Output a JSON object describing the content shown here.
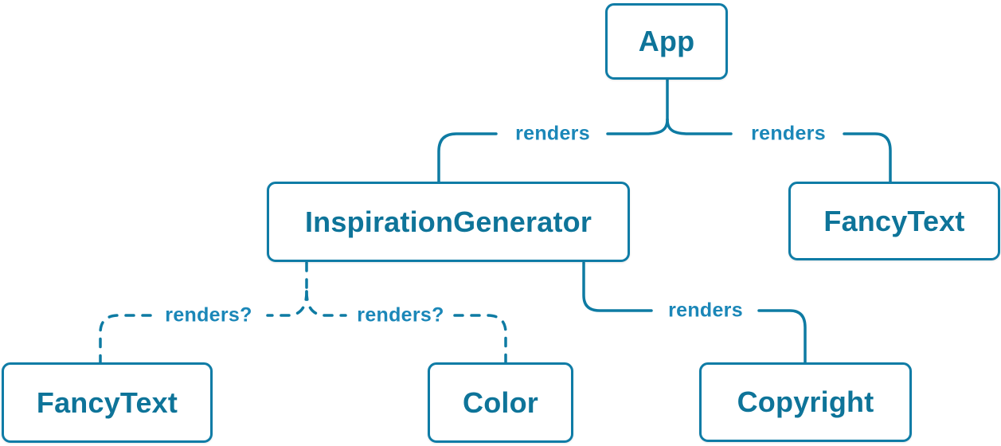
{
  "diagram": {
    "description": "React component tree diagram with conditional rendering",
    "colors": {
      "line": "#0e7ba3",
      "box_border": "#0f7ca6",
      "box_text": "#0e7499",
      "edge_label": "#1b87b8",
      "box_bg": "#ffffff",
      "page_bg": "#ffffff"
    },
    "nodes": {
      "app": {
        "label": "App"
      },
      "inspiration_generator": {
        "label": "InspirationGenerator"
      },
      "fancy_text_top": {
        "label": "FancyText"
      },
      "fancy_text_bottom": {
        "label": "FancyText"
      },
      "color": {
        "label": "Color"
      },
      "copyright": {
        "label": "Copyright"
      }
    },
    "edges": [
      {
        "from": "App",
        "to": "InspirationGenerator",
        "label": "renders",
        "style": "solid"
      },
      {
        "from": "App",
        "to": "FancyText",
        "label": "renders",
        "style": "solid"
      },
      {
        "from": "InspirationGenerator",
        "to": "FancyText",
        "label": "renders?",
        "style": "dashed"
      },
      {
        "from": "InspirationGenerator",
        "to": "Color",
        "label": "renders?",
        "style": "dashed"
      },
      {
        "from": "InspirationGenerator",
        "to": "Copyright",
        "label": "renders",
        "style": "solid"
      }
    ]
  }
}
